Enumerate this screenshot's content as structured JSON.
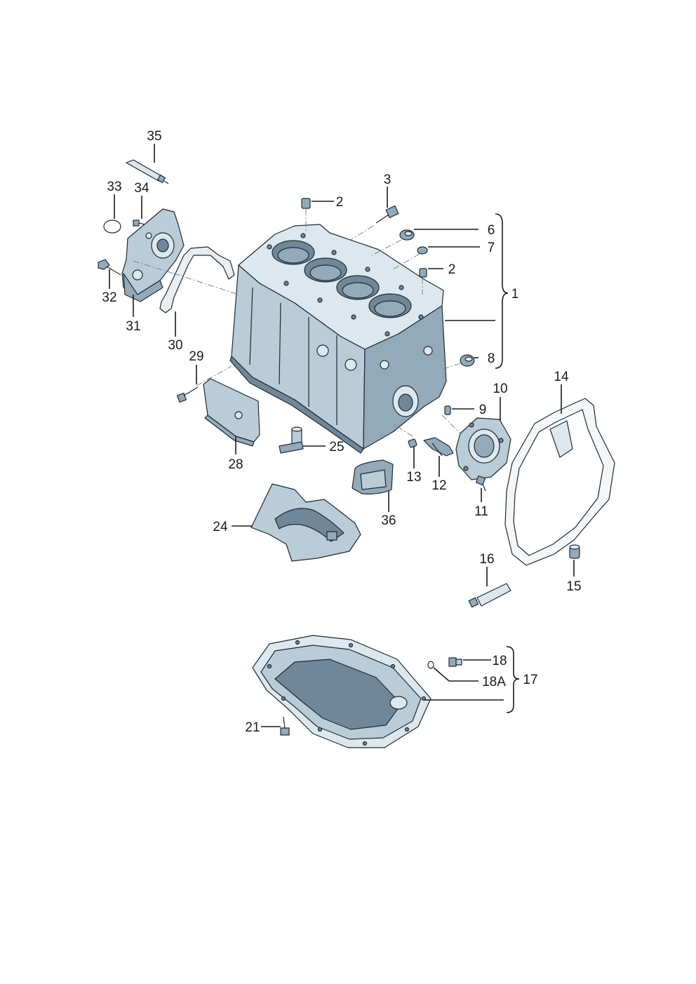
{
  "diagram": {
    "callouts": [
      {
        "id": "c35",
        "text": "35"
      },
      {
        "id": "c33",
        "text": "33"
      },
      {
        "id": "c34",
        "text": "34"
      },
      {
        "id": "c32",
        "text": "32"
      },
      {
        "id": "c31",
        "text": "31"
      },
      {
        "id": "c30",
        "text": "30"
      },
      {
        "id": "c29",
        "text": "29"
      },
      {
        "id": "c28",
        "text": "28"
      },
      {
        "id": "c25",
        "text": "25"
      },
      {
        "id": "c24",
        "text": "24"
      },
      {
        "id": "c3",
        "text": "3"
      },
      {
        "id": "c2a",
        "text": "2"
      },
      {
        "id": "c6",
        "text": "6"
      },
      {
        "id": "c7",
        "text": "7"
      },
      {
        "id": "c2b",
        "text": "2"
      },
      {
        "id": "c1",
        "text": "1"
      },
      {
        "id": "c8",
        "text": "8"
      },
      {
        "id": "c10",
        "text": "10"
      },
      {
        "id": "c9",
        "text": "9"
      },
      {
        "id": "c14",
        "text": "14"
      },
      {
        "id": "c13",
        "text": "13"
      },
      {
        "id": "c12",
        "text": "12"
      },
      {
        "id": "c11",
        "text": "11"
      },
      {
        "id": "c36",
        "text": "36"
      },
      {
        "id": "c16",
        "text": "16"
      },
      {
        "id": "c15",
        "text": "15"
      },
      {
        "id": "c18",
        "text": "18"
      },
      {
        "id": "c18A",
        "text": "18A"
      },
      {
        "id": "c17",
        "text": "17"
      },
      {
        "id": "c21",
        "text": "21"
      }
    ]
  }
}
